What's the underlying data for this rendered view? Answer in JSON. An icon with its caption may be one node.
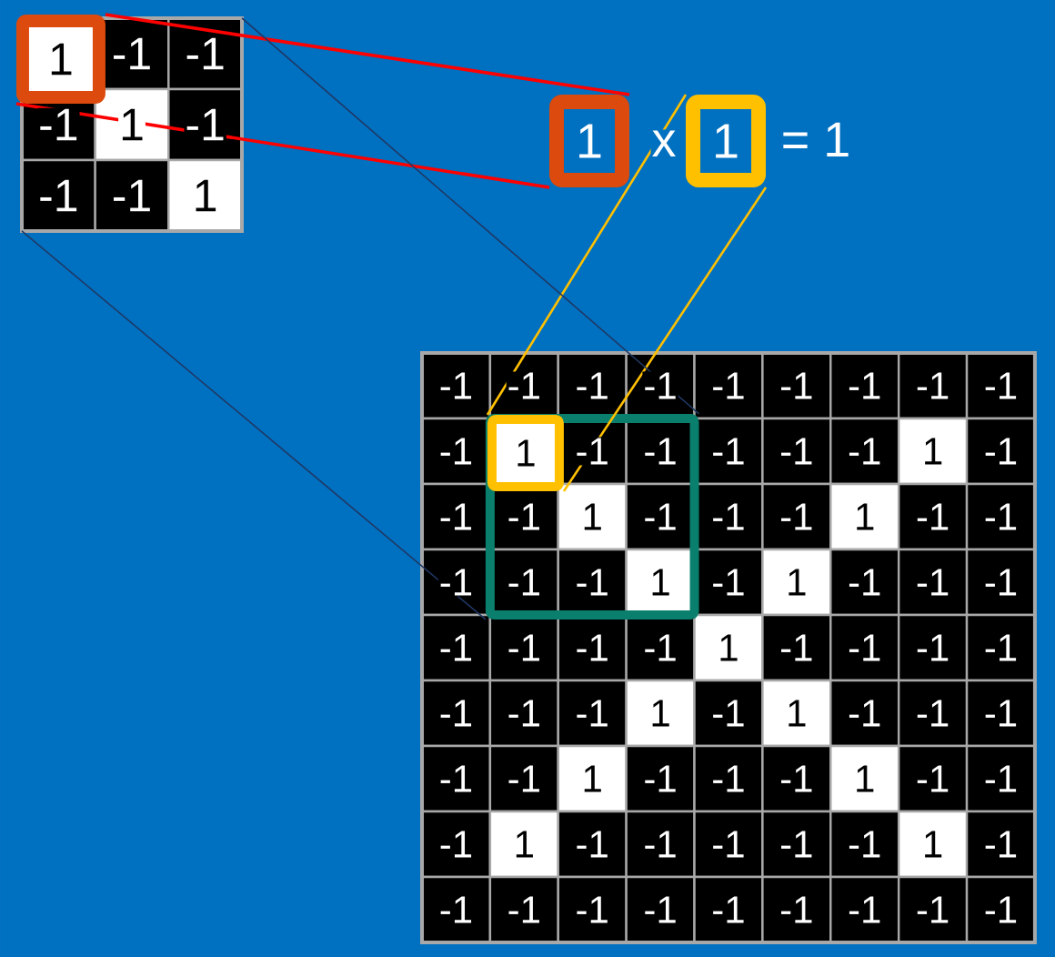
{
  "diagram": {
    "nodes": [
      {
        "text": [],
        "shape": "box"
      },
      {
        "text": [
          "1"
        ],
        "in": 0
      },
      {
        "text": [
          "1"
        ]
      },
      {
        "text": [
          "1"
        ]
      },
      {
        "text": [],
        "shape": "box"
      },
      {
        "text": [],
        "shape": "box",
        "in": 4
      },
      {
        "text": [
          "1"
        ],
        "in": 5
      }
    ],
    "edges": [
      {
        "from": 1,
        "to": 2,
        "arrow": "none",
        "color": "#ff0000"
      },
      {
        "from": 1,
        "to": 2,
        "arrow": "none",
        "color": "#ff0000"
      },
      {
        "from": 3,
        "to": 6,
        "arrow": "none",
        "color": "#ffc000"
      },
      {
        "from": 3,
        "to": 6,
        "arrow": "none",
        "color": "#ffc000"
      },
      {
        "from": 0,
        "to": 5,
        "arrow": "none",
        "color": "#1f3864"
      },
      {
        "from": 0,
        "to": 5,
        "arrow": "none",
        "color": "#1f3864"
      }
    ],
    "labels": [
      "-1",
      "-1",
      "-1",
      "1",
      "-1",
      "-1",
      "-1",
      "1",
      "x",
      "= 1",
      "-1",
      "-1",
      "-1",
      "-1",
      "-1",
      "-1",
      "-1",
      "-1",
      "-1",
      "-1",
      "-1",
      "-1",
      "-1",
      "-1",
      "-1",
      "1",
      "-1",
      "-1",
      "-1",
      "1",
      "-1",
      "-1",
      "-1",
      "1",
      "-1",
      "-1",
      "-1",
      "-1",
      "-1",
      "1",
      "-1",
      "1",
      "-1",
      "-1",
      "-1",
      "-1",
      "-1",
      "-1",
      "-1",
      "1",
      "-1",
      "-1",
      "-1",
      "-1",
      "-1",
      "-1",
      "-1",
      "1",
      "-1",
      "1",
      "-1",
      "-1",
      "-1",
      "-1",
      "-1",
      "1",
      "-1",
      "-1",
      "-1",
      "1",
      "-1",
      "-1",
      "-1",
      "1",
      "-1",
      "-1",
      "-1",
      "-1",
      "-1",
      "1",
      "-1",
      "-1",
      "-1",
      "-1",
      "-1",
      "-1",
      "-1",
      "-1",
      "-1",
      "-1"
    ]
  }
}
